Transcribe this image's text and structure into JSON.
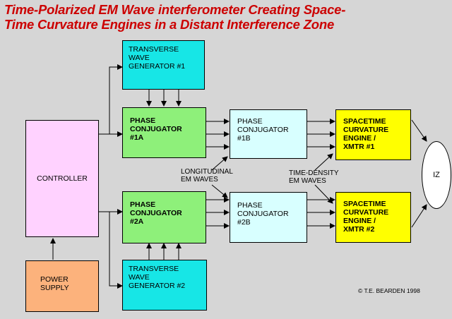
{
  "title": {
    "line1": "Time-Polarized EM Wave interferometer Creating Space-",
    "line2": "Time Curvature Engines in a Distant Interference Zone"
  },
  "boxes": {
    "transverse1": [
      "TRANSVERSE",
      "WAVE",
      "GENERATOR #1"
    ],
    "transverse2": [
      "TRANSVERSE",
      "WAVE",
      "GENERATOR #2"
    ],
    "phase1a": [
      "PHASE",
      "CONJUGATOR",
      "#1A"
    ],
    "phase2a": [
      "PHASE",
      "CONJUGATOR",
      "#2A"
    ],
    "phase1b": [
      "PHASE",
      "CONJUGATOR",
      "#1B"
    ],
    "phase2b": [
      "PHASE",
      "CONJUGATOR",
      "#2B"
    ],
    "engine1": [
      "SPACETIME",
      "CURVATURE",
      "ENGINE /",
      "XMTR #1"
    ],
    "engine2": [
      "SPACETIME",
      "CURVATURE",
      "ENGINE /",
      "XMTR #2"
    ],
    "controller": "CONTROLLER",
    "power": [
      "POWER",
      "SUPPLY"
    ],
    "iz": "IZ"
  },
  "labels": {
    "longitudinal": [
      "LONGITUDINAL",
      "EM WAVES"
    ],
    "time_density": [
      "TIME-DENSITY",
      "EM WAVES"
    ]
  },
  "copyright": "©  T.E. BEARDEN  1998",
  "colors": {
    "title": "#cc0000",
    "background": "#d6d6d6",
    "transverse": "#17e6e6",
    "phase_a": "#8ef07a",
    "phase_b": "#d8ffff",
    "engine": "#ffff00",
    "controller": "#ffd2ff",
    "power": "#fcb27c"
  }
}
